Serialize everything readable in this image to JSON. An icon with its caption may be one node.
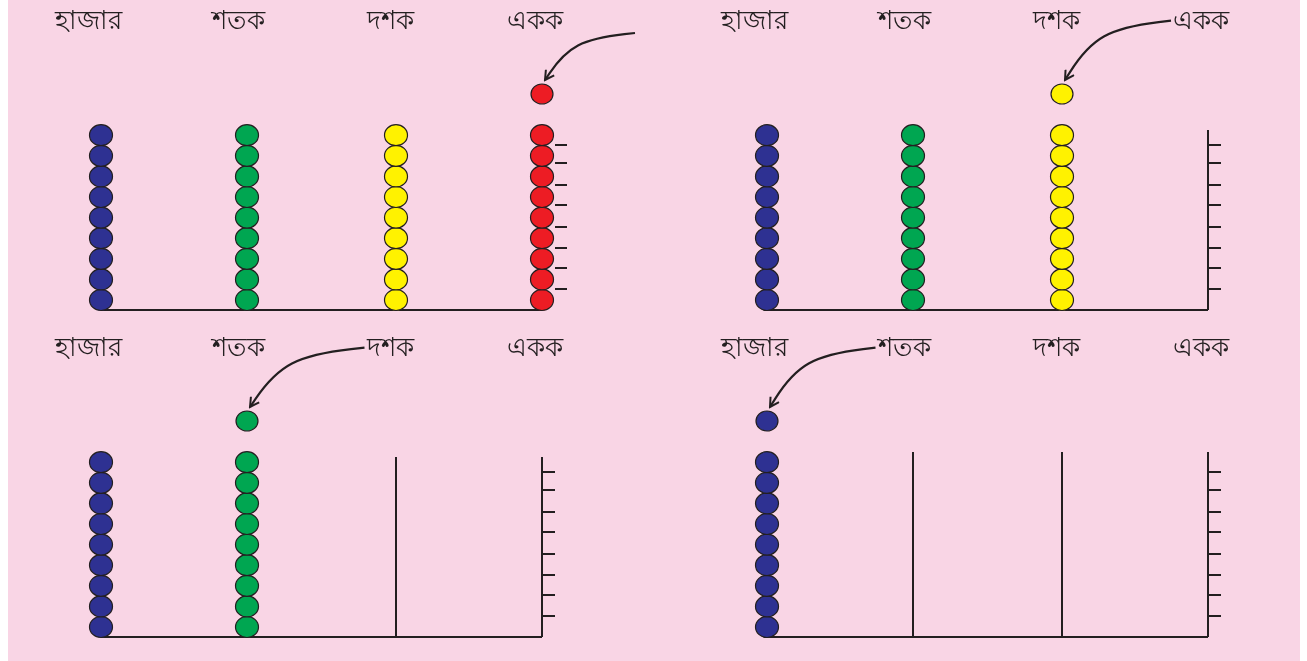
{
  "diagram": {
    "nodes": [
      {
        "text": [],
        "shape": "circle"
      },
      {
        "text": [
          "একক"
        ]
      },
      {
        "text": [],
        "shape": "circle"
      },
      {
        "text": [
          "দশক"
        ]
      },
      {
        "text": [],
        "shape": "circle"
      },
      {
        "text": [
          "শতক"
        ]
      },
      {
        "text": [],
        "shape": "circle"
      }
    ],
    "edges": [
      {
        "from": null,
        "to": 0,
        "arrow": "to"
      },
      {
        "from": 1,
        "to": 2,
        "arrow": "to"
      },
      {
        "from": 3,
        "to": 4,
        "arrow": "to"
      },
      {
        "from": 5,
        "to": 6,
        "arrow": "to"
      }
    ],
    "labels": [
      "হাজার",
      "শতক",
      "দশক",
      "একক",
      "হাজার",
      "শতক",
      "দশক",
      "হাজার",
      "শতক",
      "একক",
      "হাজার",
      "দশক",
      "একক"
    ]
  }
}
